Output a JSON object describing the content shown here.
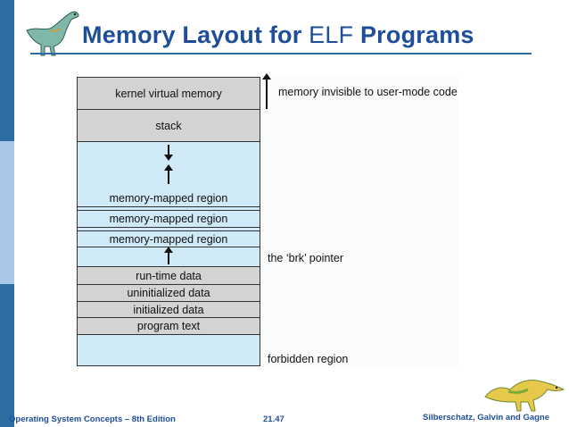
{
  "slide": {
    "title_part1": "Memory Layout for ",
    "title_elf": "ELF",
    "title_part2": " Programs"
  },
  "memory_blocks": [
    "kernel virtual memory",
    "stack",
    "memory-mapped region",
    "memory-mapped region",
    "memory-mapped region",
    "run-time data",
    "uninitialized data",
    "initialized data",
    "program text"
  ],
  "annotations": {
    "kernel": "memory invisible to user-mode code",
    "brk": "the ‘brk’ pointer",
    "forbidden": "forbidden region"
  },
  "footer": {
    "left": "Operating System Concepts – 8th Edition",
    "center": "21.47",
    "right": "Silberschatz, Galvin and Gagne"
  },
  "colors": {
    "accent": "#1f4e99",
    "sidebar": "#2e6da4",
    "grey_block": "#d3d3d3",
    "blue_region": "#cfe9f7"
  }
}
